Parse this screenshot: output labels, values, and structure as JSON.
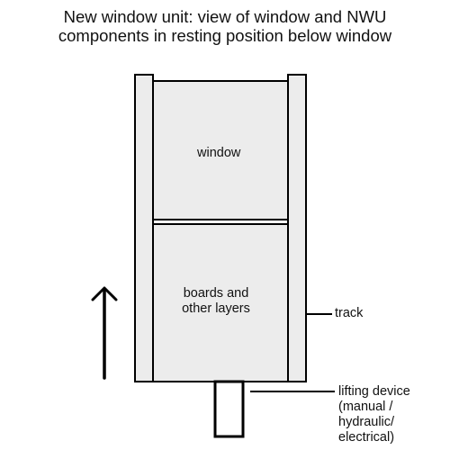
{
  "title": {
    "line1": "New window unit: view of window and NWU",
    "line2": "components in resting position  below window"
  },
  "labels": {
    "window": "window",
    "boards_line1": "boards and",
    "boards_line2": "other layers",
    "track": "track",
    "lifting_line1": "lifting device",
    "lifting_line2": "(manual /",
    "lifting_line3": "hydraulic/",
    "lifting_line4": "electrical)"
  },
  "colors": {
    "fill": "#ececec",
    "stroke": "#000000"
  }
}
